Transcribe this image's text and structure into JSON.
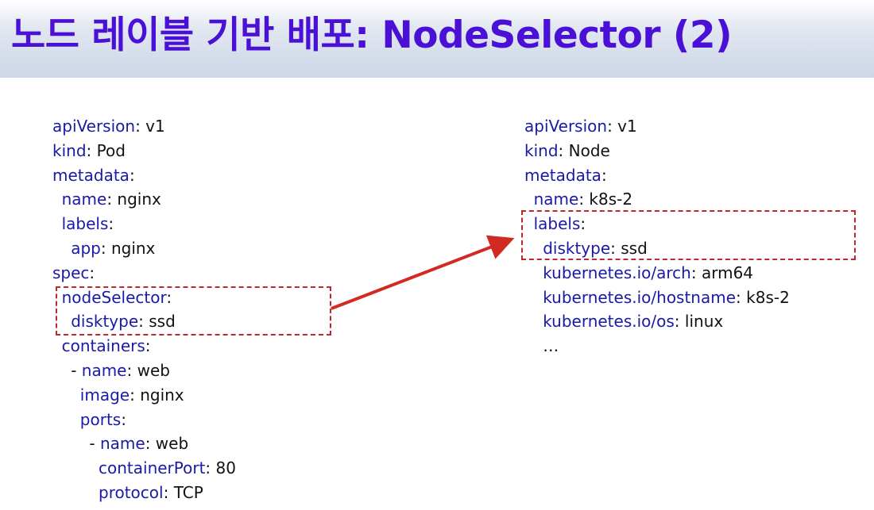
{
  "title": "노드 레이블 기반 배포: NodeSelector (2)",
  "pod_yaml": [
    {
      "key": "apiVersion",
      "sep": ":",
      "value": " v1",
      "indent": 0
    },
    {
      "key": "kind",
      "sep": ":",
      "value": " Pod",
      "indent": 0
    },
    {
      "key": "metadata",
      "sep": ":",
      "value": "",
      "indent": 0
    },
    {
      "key": "name",
      "sep": ":",
      "value": " nginx",
      "indent": 1
    },
    {
      "key": "labels",
      "sep": ":",
      "value": "",
      "indent": 1
    },
    {
      "key": "app",
      "sep": ":",
      "value": " nginx",
      "indent": 2
    },
    {
      "key": "spec",
      "sep": ":",
      "value": "",
      "indent": 0
    },
    {
      "key": "nodeSelector",
      "sep": ":",
      "value": "",
      "indent": 1
    },
    {
      "key": "disktype",
      "sep": ":",
      "value": " ssd",
      "indent": 2
    },
    {
      "key": "containers",
      "sep": ":",
      "value": "",
      "indent": 1
    },
    {
      "dash": "- ",
      "key": "name",
      "sep": ":",
      "value": " web",
      "indent": 2
    },
    {
      "key": "image",
      "sep": ":",
      "value": " nginx",
      "indent": 3
    },
    {
      "key": "ports",
      "sep": ":",
      "value": "",
      "indent": 3
    },
    {
      "dash": "- ",
      "key": "name",
      "sep": ":",
      "value": " web",
      "indent": 4
    },
    {
      "key": "containerPort",
      "sep": ":",
      "value": " 80",
      "indent": 5
    },
    {
      "key": "protocol",
      "sep": ":",
      "value": " TCP",
      "indent": 5
    }
  ],
  "node_yaml": [
    {
      "key": "apiVersion",
      "sep": ":",
      "value": " v1",
      "indent": 0
    },
    {
      "key": "kind",
      "sep": ":",
      "value": " Node",
      "indent": 0
    },
    {
      "key": "metadata",
      "sep": ":",
      "value": "",
      "indent": 0
    },
    {
      "key": "name",
      "sep": ":",
      "value": " k8s-2",
      "indent": 1
    },
    {
      "key": "labels",
      "sep": ":",
      "value": "",
      "indent": 1
    },
    {
      "key": "disktype",
      "sep": ":",
      "value": " ssd",
      "indent": 2
    },
    {
      "key": "kubernetes.io/arch",
      "sep": ":",
      "value": " arm64",
      "indent": 2
    },
    {
      "key": "kubernetes.io/hostname",
      "sep": ":",
      "value": " k8s-2",
      "indent": 2
    },
    {
      "key": "kubernetes.io/os",
      "sep": ":",
      "value": " linux",
      "indent": 2
    },
    {
      "key": "",
      "sep": "",
      "value": "…",
      "indent": 2
    }
  ],
  "colors": {
    "title": "#4a10d6",
    "key": "#1a1aa6",
    "highlight": "#c0282e"
  }
}
